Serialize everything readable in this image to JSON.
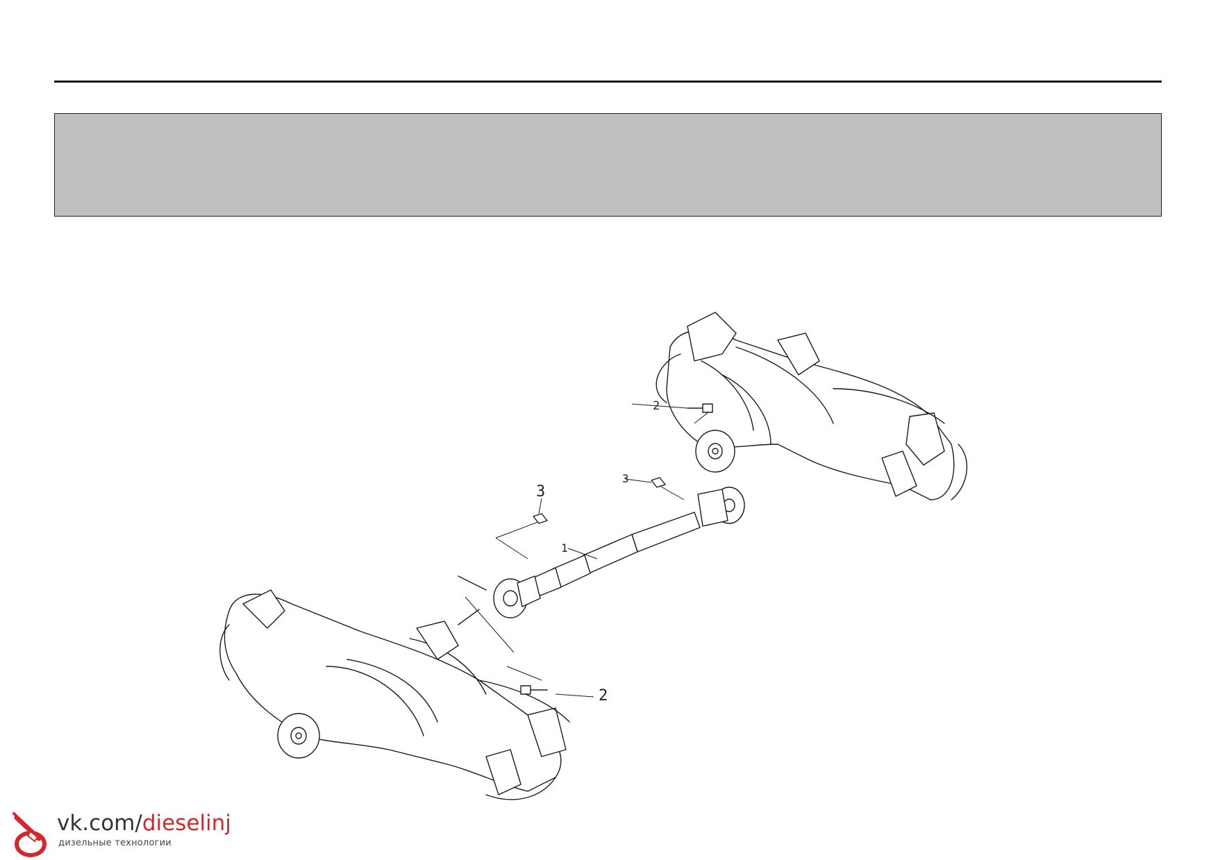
{
  "callouts": {
    "shaft": "1",
    "rear_bolt": "2",
    "front_bolt": "2",
    "front_nut": "3",
    "rear_nut": "3"
  },
  "watermark": {
    "domain": "vk.com/",
    "handle": "dieselinj",
    "tagline": "дизельные технологии",
    "accent_color": "#d6262b"
  }
}
